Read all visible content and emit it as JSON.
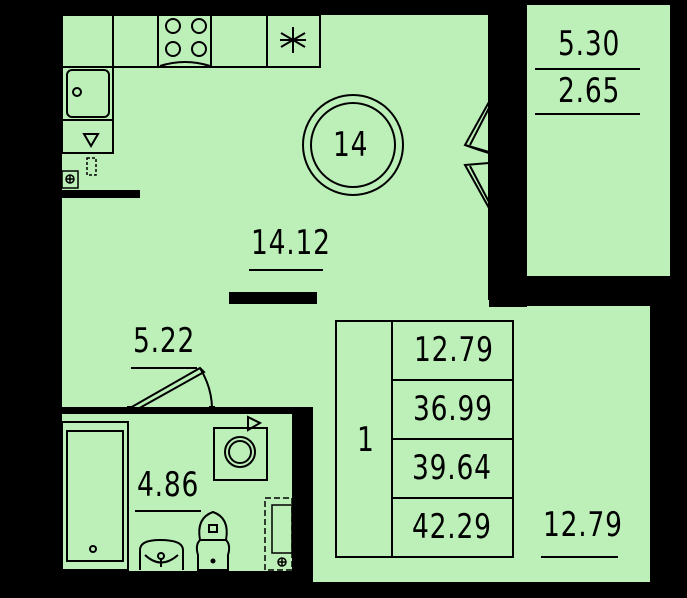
{
  "floorplan": {
    "colors": {
      "room_fill": "#bdf0b9",
      "wall": "#000000"
    },
    "rooms": {
      "living_kitchen": {
        "area": "14.12",
        "marker": "14"
      },
      "hallway": {
        "area": "5.22"
      },
      "bathroom": {
        "area": "4.86"
      },
      "balcony": {
        "area_full": "5.30",
        "area_reduced": "2.65"
      },
      "bedroom_corner": {
        "area": "12.79"
      }
    },
    "summary_table": {
      "rooms_count": "1",
      "rows": [
        "12.79",
        "36.99",
        "39.64",
        "42.29"
      ]
    },
    "icons": [
      "stove-icon",
      "fan-icon",
      "sink-icon",
      "fridge-icon",
      "socket-icon",
      "washing-machine-icon",
      "toilet-icon",
      "washbasin-icon",
      "bathtub-icon",
      "door-swing-icon",
      "window-icon"
    ]
  }
}
